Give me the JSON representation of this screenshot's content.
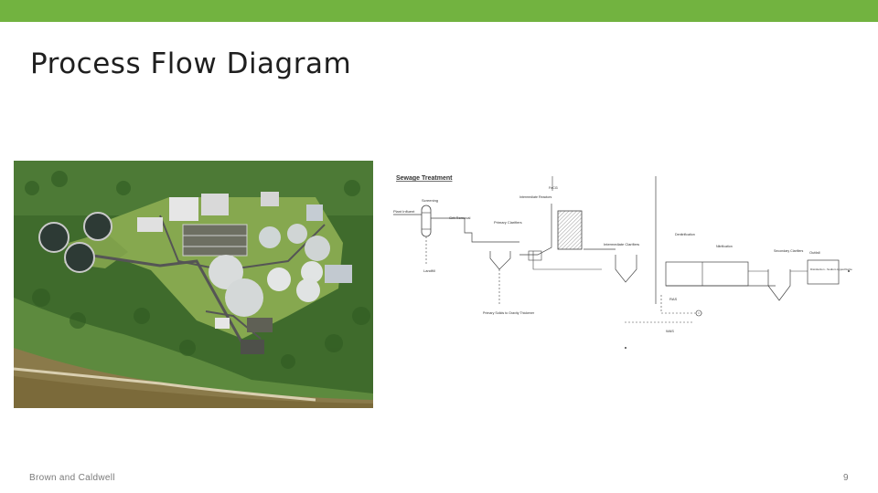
{
  "slide": {
    "title": "Process Flow Diagram",
    "footer": "Brown and Caldwell",
    "page_number": "9"
  },
  "colors": {
    "top_bar": "#72b340"
  },
  "diagram": {
    "title": "Sewage Treatment",
    "labels": {
      "screening": "Screening",
      "plant_influent": "Plant Influent",
      "grit_removal": "Grit Removal",
      "primary_clarifiers": "Primary Clarifiers",
      "landfill": "Landfill",
      "ferric": "FeCl3",
      "intermediate_reactors": "Intermediate Reactors",
      "intermediate_clarifiers": "Intermediate Clarifiers",
      "denitrification": "Denitrification",
      "nitrification": "Nitrification",
      "secondary_clarifiers": "Secondary Clarifiers",
      "outfall": "Outfall",
      "disinfection": "Disinfection - Sodium Hypochlorite",
      "primary_sludge": "Primary Solids to Gravity Thickener",
      "was": "WAS",
      "ras": "RAS"
    }
  }
}
